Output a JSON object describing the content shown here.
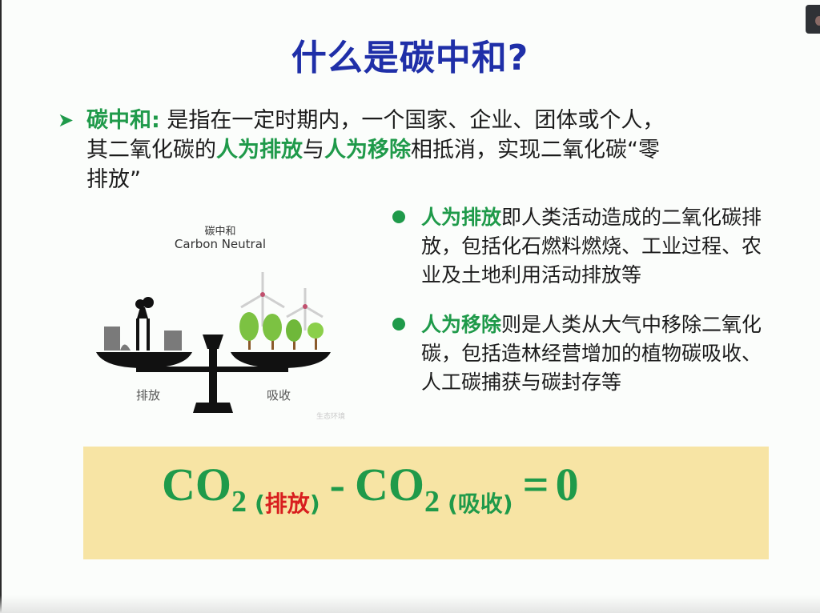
{
  "slide": {
    "title": "什么是碳中和?",
    "definition": {
      "bullet_icon": "arrow-right-icon",
      "term": "碳中和:",
      "line1_rest": " 是指在一定时期内，一个国家、企业、团体或个人，",
      "line2_prefix": "其二氧化碳的",
      "line2_em1": "人为排放",
      "line2_mid": "与",
      "line2_em2": "人为移除",
      "line2_suffix": "相抵消，实现二氧化碳“零",
      "line3": "排放”"
    },
    "illustration": {
      "title_cn": "碳中和",
      "title_en": "Carbon Neutral",
      "left_label": "排放",
      "right_label": "吸收",
      "watermark": "生态环境"
    },
    "bullets": [
      {
        "term": "人为排放",
        "text": "即人类活动造成的二氧化碳排放，包括化石燃料燃烧、工业过程、农业及土地利用活动排放等"
      },
      {
        "term": "人为移除",
        "text": "则是人类从大气中移除二氧化碳，包括造林经营增加的植物碳吸收、人工碳捕获与碳封存等"
      }
    ],
    "formula": {
      "co": "CO",
      "sub": "2",
      "emission_open": "(",
      "emission": "排放",
      "emission_close": ")",
      "minus": "-",
      "absorb_open": "(",
      "absorb": "吸收",
      "absorb_close": ")",
      "equals": "=",
      "result": "0"
    },
    "colors": {
      "title": "#1f2fa8",
      "accent_green": "#1f9a4a",
      "emission_red": "#d81e1e",
      "formula_bg": "#f7e4a4"
    }
  }
}
